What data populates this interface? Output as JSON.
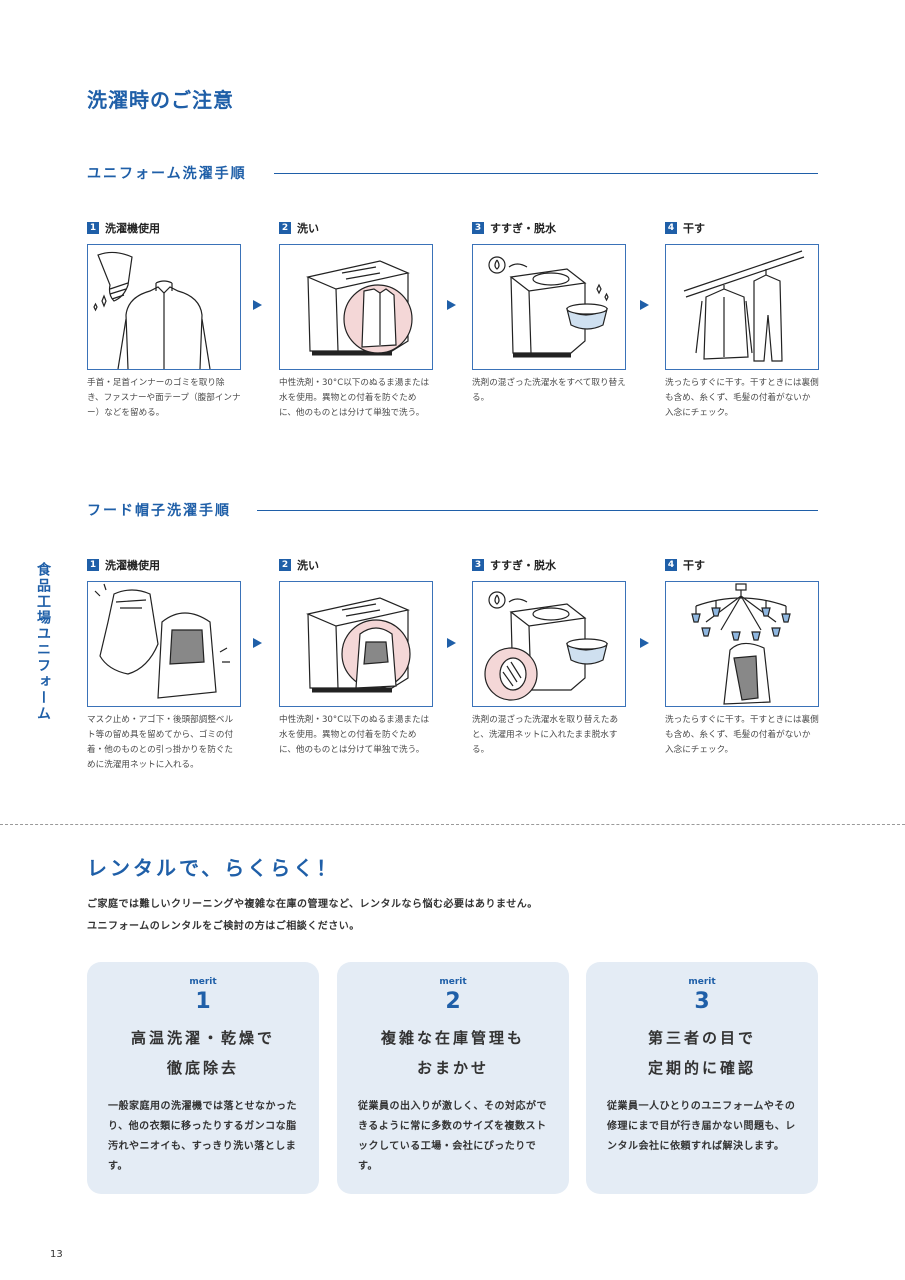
{
  "page_title": "洗濯時のご注意",
  "side_label": "食品工場ユニフォーム",
  "uniform_section": {
    "title": "ユニフォーム洗濯手順",
    "steps": [
      {
        "num": "1",
        "title": "洗濯機使用",
        "desc": "手首・足首インナーのゴミを取り除き、ファスナーや面テープ（腹部インナー）などを留める。"
      },
      {
        "num": "2",
        "title": "洗い",
        "desc": "中性洗剤・30°C以下のぬるま湯または水を使用。異物との付着を防ぐために、他のものとは分けて単独で洗う。"
      },
      {
        "num": "3",
        "title": "すすぎ・脱水",
        "desc": "洗剤の混ざった洗濯水をすべて取り替える。"
      },
      {
        "num": "4",
        "title": "干す",
        "desc": "洗ったらすぐに干す。干すときには裏側も含め、糸くず、毛髪の付着がないか入念にチェック。"
      }
    ]
  },
  "hood_section": {
    "title": "フード帽子洗濯手順",
    "steps": [
      {
        "num": "1",
        "title": "洗濯機使用",
        "desc": "マスク止め・アゴ下・後頭部調整ベルト等の留め具を留めてから、ゴミの付着・他のものとの引っ掛かりを防ぐために洗濯用ネットに入れる。"
      },
      {
        "num": "2",
        "title": "洗い",
        "desc": "中性洗剤・30°C以下のぬるま湯または水を使用。異物との付着を防ぐために、他のものとは分けて単独で洗う。"
      },
      {
        "num": "3",
        "title": "すすぎ・脱水",
        "desc": "洗剤の混ざった洗濯水を取り替えたあと、洗濯用ネットに入れたまま脱水する。"
      },
      {
        "num": "4",
        "title": "干す",
        "desc": "洗ったらすぐに干す。干すときには裏側も含め、糸くず、毛髪の付着がないか入念にチェック。"
      }
    ]
  },
  "rental": {
    "title": "レンタルで、らくらく！",
    "line1": "ご家庭では難しいクリーニングや複雑な在庫の管理など、レンタルなら悩む必要はありません。",
    "line2": "ユニフォームのレンタルをご検討の方はご相談ください。",
    "merits": [
      {
        "label": "merit",
        "num": "1",
        "title1": "高温洗濯・乾燥で",
        "title2": "徹底除去",
        "desc": "一般家庭用の洗濯機では落とせなかったり、他の衣類に移ったりするガンコな脂汚れやニオイも、すっきり洗い落とします。"
      },
      {
        "label": "merit",
        "num": "2",
        "title1": "複雑な在庫管理も",
        "title2": "おまかせ",
        "desc": "従業員の出入りが激しく、その対応ができるように常に多数のサイズを複数ストックしている工場・会社にぴったりです。"
      },
      {
        "label": "merit",
        "num": "3",
        "title1": "第三者の目で",
        "title2": "定期的に確認",
        "desc": "従業員一人ひとりのユニフォームやその修理にまで目が行き届かない問題も、レンタル会社に依頼すれば解決します。"
      }
    ]
  },
  "page_number": "13",
  "colors": {
    "accent": "#1f5fa8",
    "card_bg": "#e4ecf5",
    "pink": "#f4d7d7"
  }
}
